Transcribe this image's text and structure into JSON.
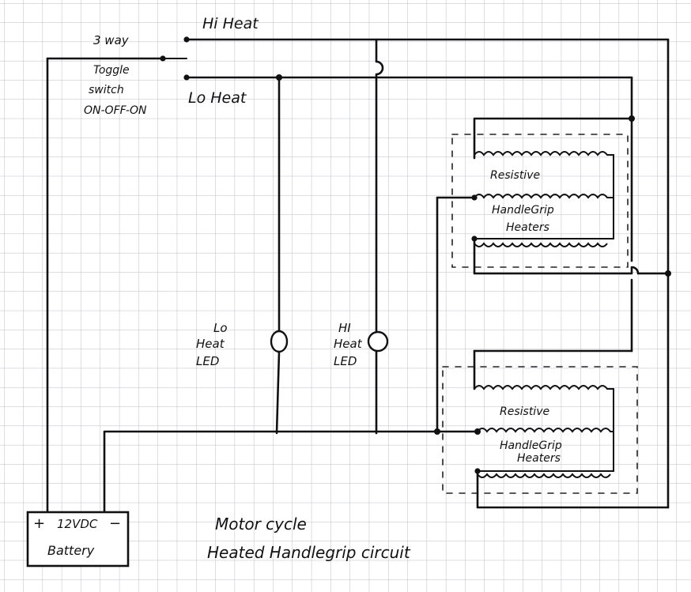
{
  "labels": {
    "hi_heat": "Hi Heat",
    "lo_heat": "Lo Heat",
    "three_way": "3 way",
    "toggle_l1": "Toggle",
    "toggle_l2": "switch",
    "toggle_l3": "ON-OFF-ON",
    "heater1_l1": "Resistive",
    "heater1_l2": "HandleGrip",
    "heater1_l3": "Heaters",
    "heater2_l1": "Resistive",
    "heater2_l2": "HandleGrip",
    "heater2_l3": "Heaters",
    "lo_led_l1": "Lo",
    "lo_led_l2": "Heat",
    "lo_led_l3": "LED",
    "hi_led_l1": "HI",
    "hi_led_l2": "Heat",
    "hi_led_l3": "LED",
    "battery_plus": "+",
    "battery_volt": "12VDC",
    "battery_minus": "−",
    "battery_name": "Battery",
    "title_l1": "Motor cycle",
    "title_l2": "Heated  Handlegrip   circuit"
  },
  "colors": {
    "ink": "#111111",
    "grid": "#b9bdc4",
    "paper": "#ffffff"
  }
}
